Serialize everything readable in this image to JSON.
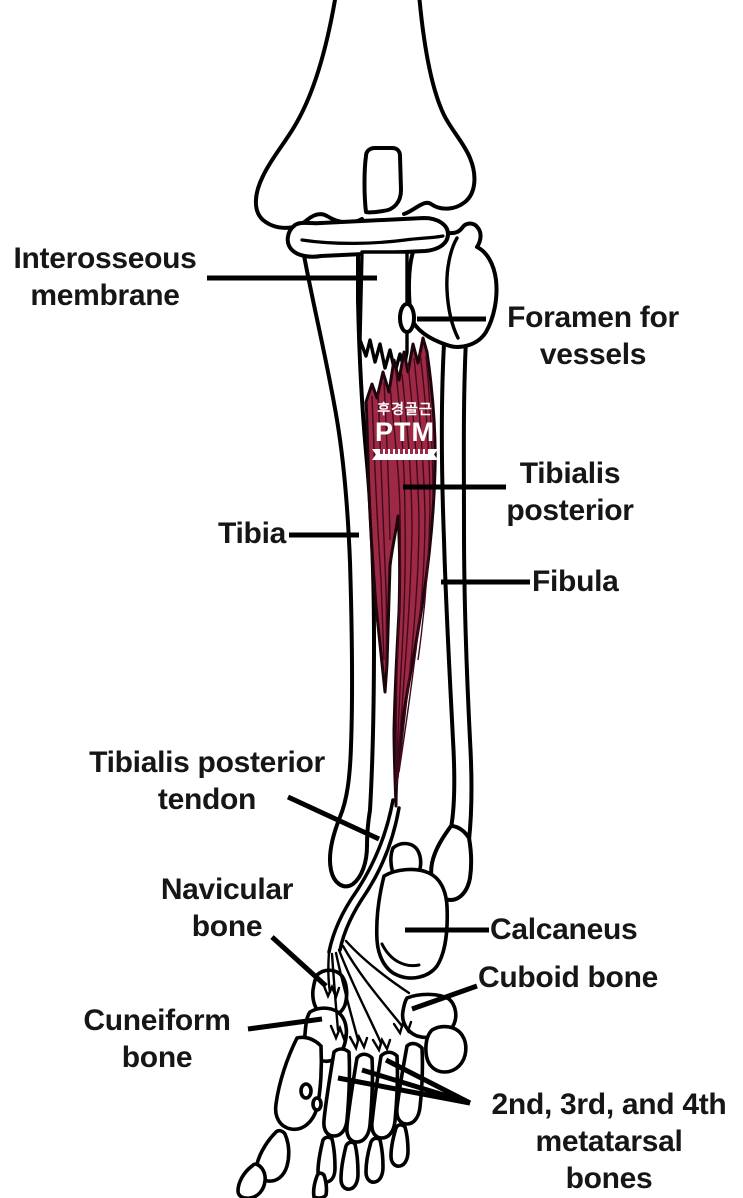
{
  "diagram": {
    "subject": "Tibialis posterior muscle, posterior view of right leg and foot",
    "colors": {
      "background": "#ffffff",
      "line": "#000000",
      "text": "#161616",
      "muscle": "#9D2944",
      "muscle_fiber": "#42091d",
      "watermark_text": "#ffffff"
    },
    "watermark": {
      "line1": "후경골근",
      "line2": "PTM"
    },
    "labels": {
      "interosseous_membrane": {
        "line1": "Interosseous",
        "line2": "membrane"
      },
      "foramen_for_vessels": {
        "line1": "Foramen for",
        "line2": "vessels"
      },
      "tibialis_posterior": {
        "line1": "Tibialis",
        "line2": "posterior"
      },
      "tibia": {
        "line1": "Tibia"
      },
      "fibula": {
        "line1": "Fibula"
      },
      "tibialis_posterior_tendon": {
        "line1": "Tibialis posterior",
        "line2": "tendon"
      },
      "navicular_bone": {
        "line1": "Navicular",
        "line2": "bone"
      },
      "calcaneus": {
        "line1": "Calcaneus"
      },
      "cuboid_bone": {
        "line1": "Cuboid bone"
      },
      "cuneiform_bone": {
        "line1": "Cuneiform",
        "line2": "bone"
      },
      "metatarsal_bones": {
        "line1": "2nd, 3rd, and 4th",
        "line2": "metatarsal",
        "line3": "bones"
      }
    }
  }
}
